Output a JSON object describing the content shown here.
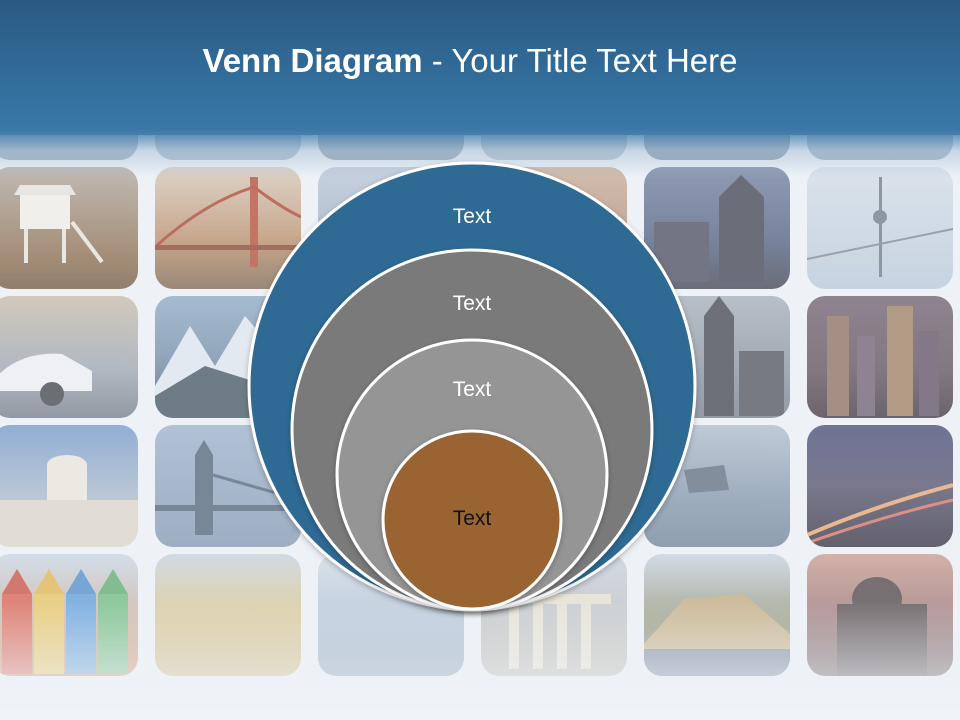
{
  "title": {
    "bold": "Venn Diagram",
    "rest": " - Your Title Text Here"
  },
  "rings": [
    {
      "label": "Text",
      "color": "#2e6a94"
    },
    {
      "label": "Text",
      "color": "#7a7a7a"
    },
    {
      "label": "Text",
      "color": "#959595"
    },
    {
      "label": "Text",
      "color": "#9a6330"
    }
  ],
  "photo_tiles": [
    {
      "subject": "lifeguard-tower",
      "tone": "#8a6a4a"
    },
    {
      "subject": "golden-gate-bridge",
      "tone": "#b98a62"
    },
    {
      "subject": "city-arch",
      "tone": "#8a9bb5"
    },
    {
      "subject": "old-town-night",
      "tone": "#4a5a7a"
    },
    {
      "subject": "tv-tower",
      "tone": "#b8c8d8"
    },
    {
      "subject": "sports-car",
      "tone": "#9aa3ae"
    },
    {
      "subject": "mountain-peaks",
      "tone": "#6f8aa5"
    },
    {
      "subject": "gothic-tower",
      "tone": "#707a88"
    },
    {
      "subject": "skyline-night",
      "tone": "#5a4a55"
    },
    {
      "subject": "leaning-tower",
      "tone": "#a9b8c9"
    },
    {
      "subject": "tower-bridge",
      "tone": "#7f95b0"
    },
    {
      "subject": "ship-sea",
      "tone": "#7f93a9"
    },
    {
      "subject": "light-trails",
      "tone": "#4d4a66"
    },
    {
      "subject": "beach-huts",
      "tone": "#c98a5a"
    },
    {
      "subject": "desert-dunes",
      "tone": "#d8c690"
    },
    {
      "subject": "ocean-shore",
      "tone": "#a9bccf"
    },
    {
      "subject": "temple-columns",
      "tone": "#b7b2a8"
    },
    {
      "subject": "hilltop-village",
      "tone": "#8a8a6a"
    },
    {
      "subject": "cathedral-dusk",
      "tone": "#9a7070"
    }
  ]
}
